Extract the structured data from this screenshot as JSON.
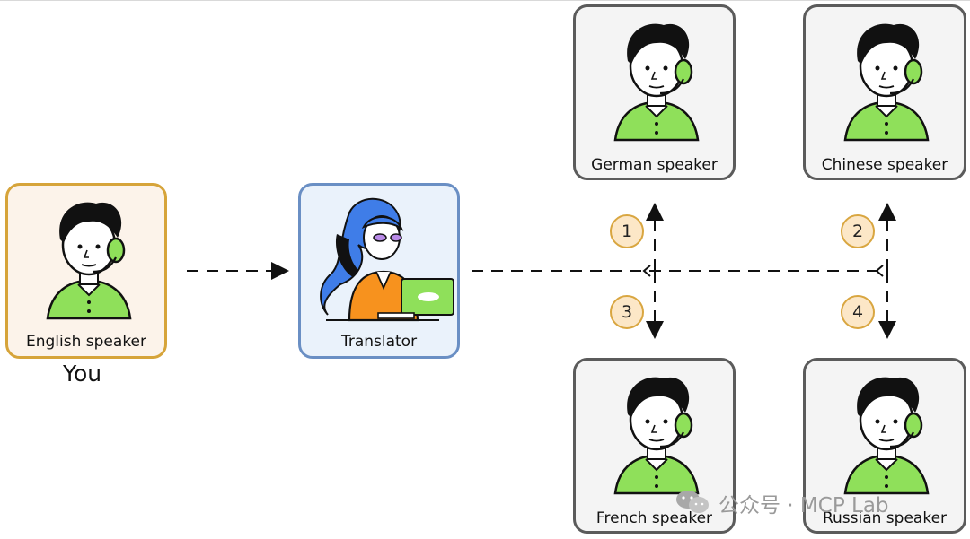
{
  "diagram": {
    "you_card": {
      "label": "English speaker",
      "caption": "You"
    },
    "translator_card": {
      "label": "Translator"
    },
    "speakers": [
      {
        "label": "German speaker",
        "step": "1"
      },
      {
        "label": "Chinese speaker",
        "step": "2"
      },
      {
        "label": "French speaker",
        "step": "3"
      },
      {
        "label": "Russian speaker",
        "step": "4"
      }
    ],
    "watermark": "公众号 · MCP Lab"
  },
  "colors": {
    "you_border": "#d6a43a",
    "you_fill": "#fcf3ea",
    "translator_border": "#6a8fc4",
    "translator_fill": "#eaf2fb",
    "speaker_border": "#5b5b5b",
    "badge_border": "#d9a640",
    "badge_fill": "#fce7c7",
    "shirt_green": "#8fe05a"
  },
  "icons": [
    "person-with-headset-icon",
    "translator-on-phone-icon",
    "wechat-icon"
  ]
}
